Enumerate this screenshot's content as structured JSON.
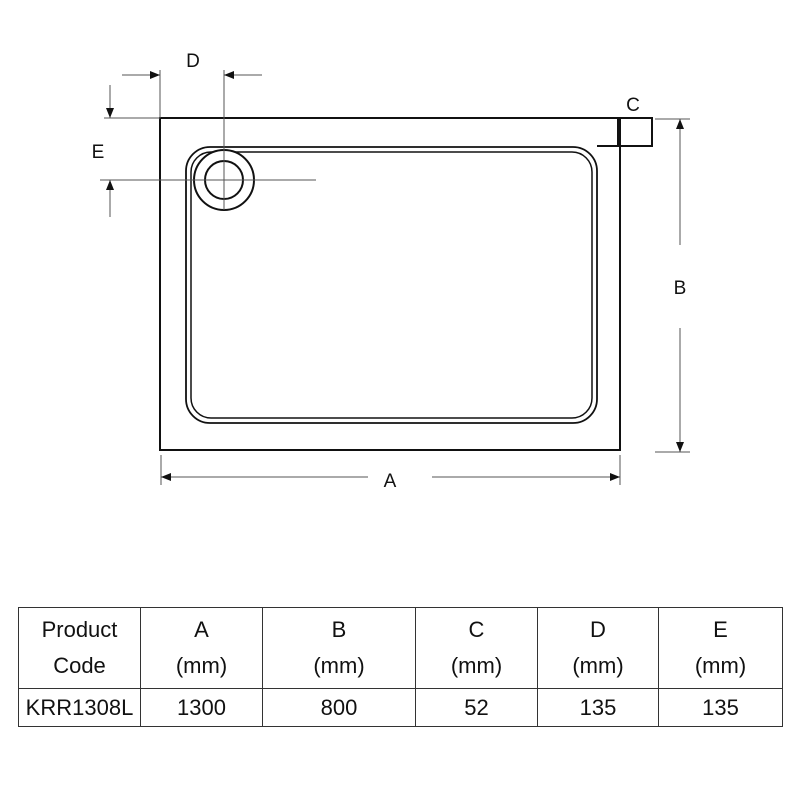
{
  "diagram": {
    "labels": {
      "A": "A",
      "B": "B",
      "C": "C",
      "D": "D",
      "E": "E"
    }
  },
  "table": {
    "headers": [
      {
        "line1": "Product",
        "line2": "Code"
      },
      {
        "line1": "A",
        "line2": "(mm)"
      },
      {
        "line1": "B",
        "line2": "(mm)"
      },
      {
        "line1": "C",
        "line2": "(mm)"
      },
      {
        "line1": "D",
        "line2": "(mm)"
      },
      {
        "line1": "E",
        "line2": "(mm)"
      }
    ],
    "rows": [
      [
        "KRR1308L",
        "1300",
        "800",
        "52",
        "135",
        "135"
      ]
    ]
  }
}
